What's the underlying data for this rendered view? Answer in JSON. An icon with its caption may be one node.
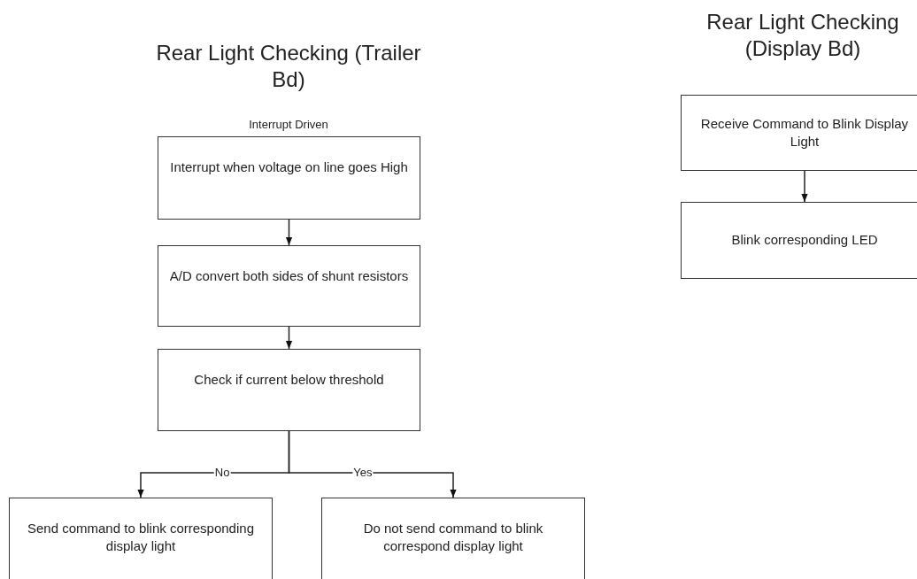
{
  "diagram": {
    "nodes": [
      {
        "text": [
          "Interrupt when voltage on line goes High"
        ]
      },
      {
        "text": [
          "A/D convert both sides of shunt resistors"
        ]
      },
      {
        "text": [
          "Check if current below threshold"
        ]
      },
      {
        "text": [
          "Send command to blink corresponding display light"
        ]
      },
      {
        "text": [
          "Do not send command to blink correspond display light"
        ]
      },
      {
        "text": [
          "Receive Command to Blink Display Light"
        ]
      },
      {
        "text": [
          "Blink corresponding LED"
        ]
      }
    ],
    "edges": [
      {
        "from": 0,
        "to": 1,
        "arrow": "to"
      },
      {
        "from": 1,
        "to": 2,
        "arrow": "to"
      },
      {
        "from": 2,
        "to": 3,
        "arrow": "to",
        "label": "No"
      },
      {
        "from": 2,
        "to": 4,
        "arrow": "to",
        "label": "Yes"
      },
      {
        "from": 5,
        "to": 6,
        "arrow": "to"
      }
    ],
    "labels": [
      "Rear Light Checking (Trailer Bd)",
      "Interrupt Driven",
      "Rear Light Checking (Display Bd)"
    ]
  }
}
